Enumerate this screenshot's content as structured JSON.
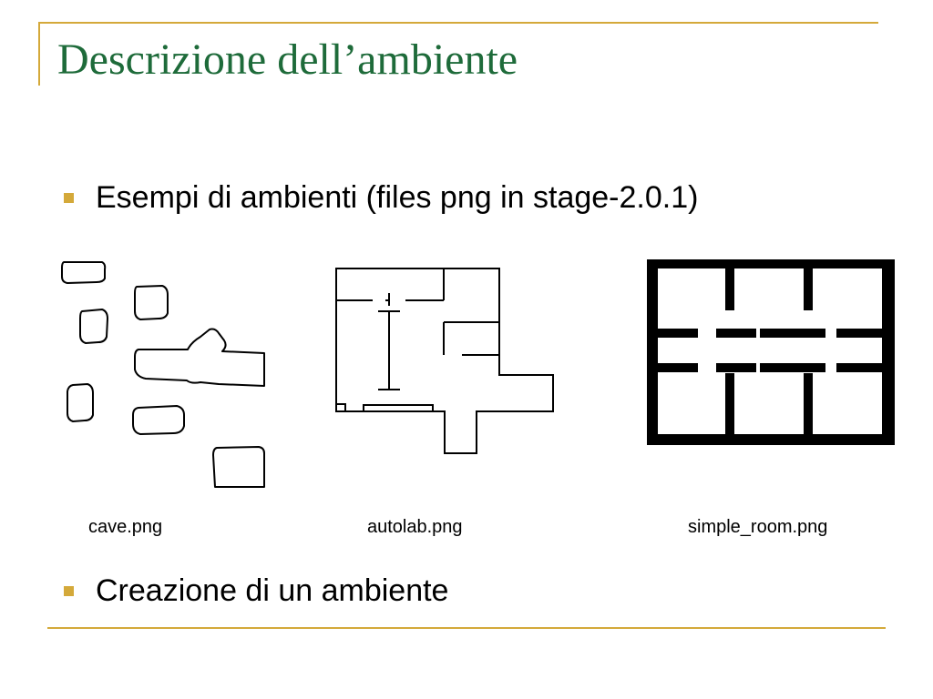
{
  "slide": {
    "title": "Descrizione dell’ambiente",
    "bullets": [
      "Esempi di ambienti (files png in stage-2.0.1)",
      "Creazione di un ambiente"
    ],
    "captions": {
      "cave": "cave.png",
      "autolab": "autolab.png",
      "simple_room": "simple_room.png"
    },
    "colors": {
      "title": "#1e6b3a",
      "accent": "#d4a93a"
    }
  }
}
